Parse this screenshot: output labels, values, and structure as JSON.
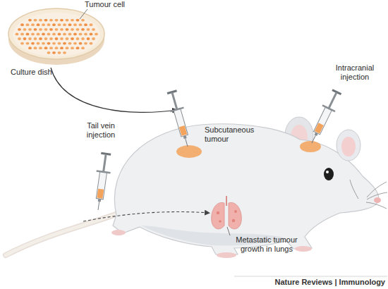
{
  "diagram": {
    "labels": [
      "Tumour cell",
      "Culture dish",
      "Tail vein injection",
      "Subcutaneous tumour",
      "Intracranial injection",
      "Metastatic tumour growth in lungs",
      "Nature Reviews | Immunology"
    ]
  }
}
